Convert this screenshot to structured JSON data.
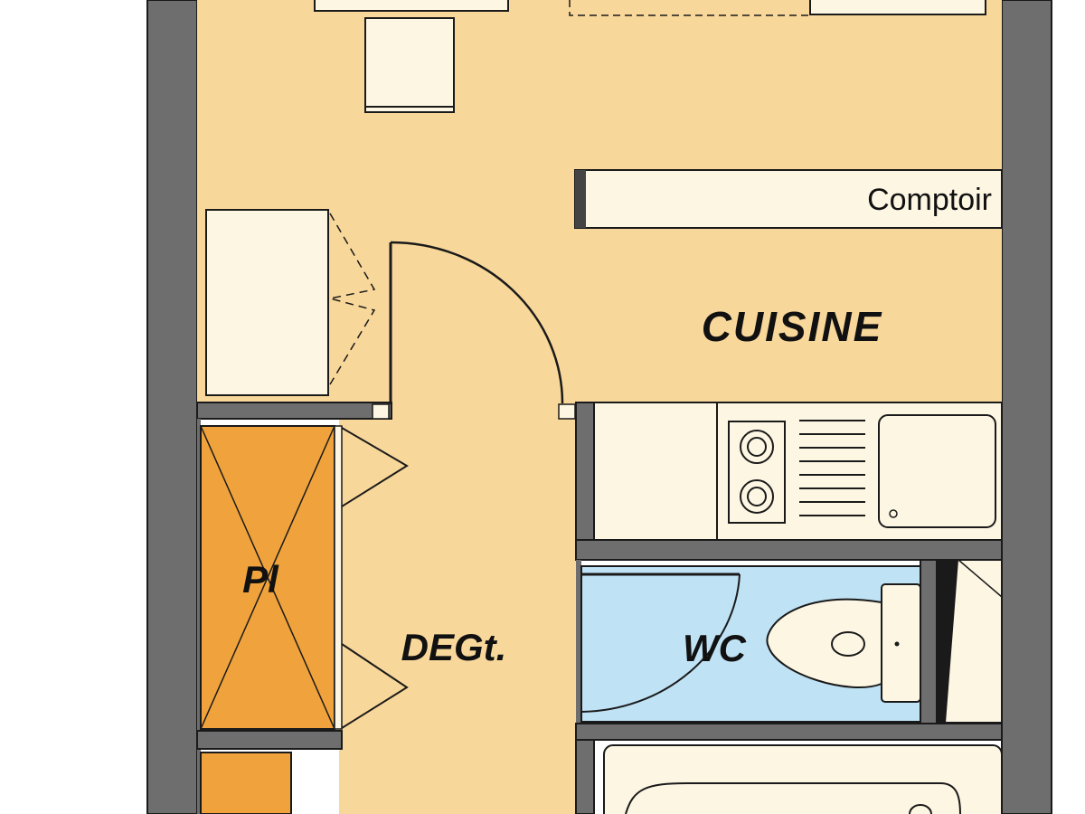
{
  "labels": {
    "comptoir": "Comptoir",
    "cuisine": "CUISINE",
    "placard": "Pl",
    "degagement": "DEGt.",
    "wc": "WC"
  },
  "colors": {
    "wall": "#6e6e6e",
    "floor": "#f8d79a",
    "cupboard": "#f0a33c",
    "wc_floor": "#bfe2f5",
    "fixture": "#fdf6e3",
    "line": "#1a1a1a",
    "background": "#ffffff"
  }
}
